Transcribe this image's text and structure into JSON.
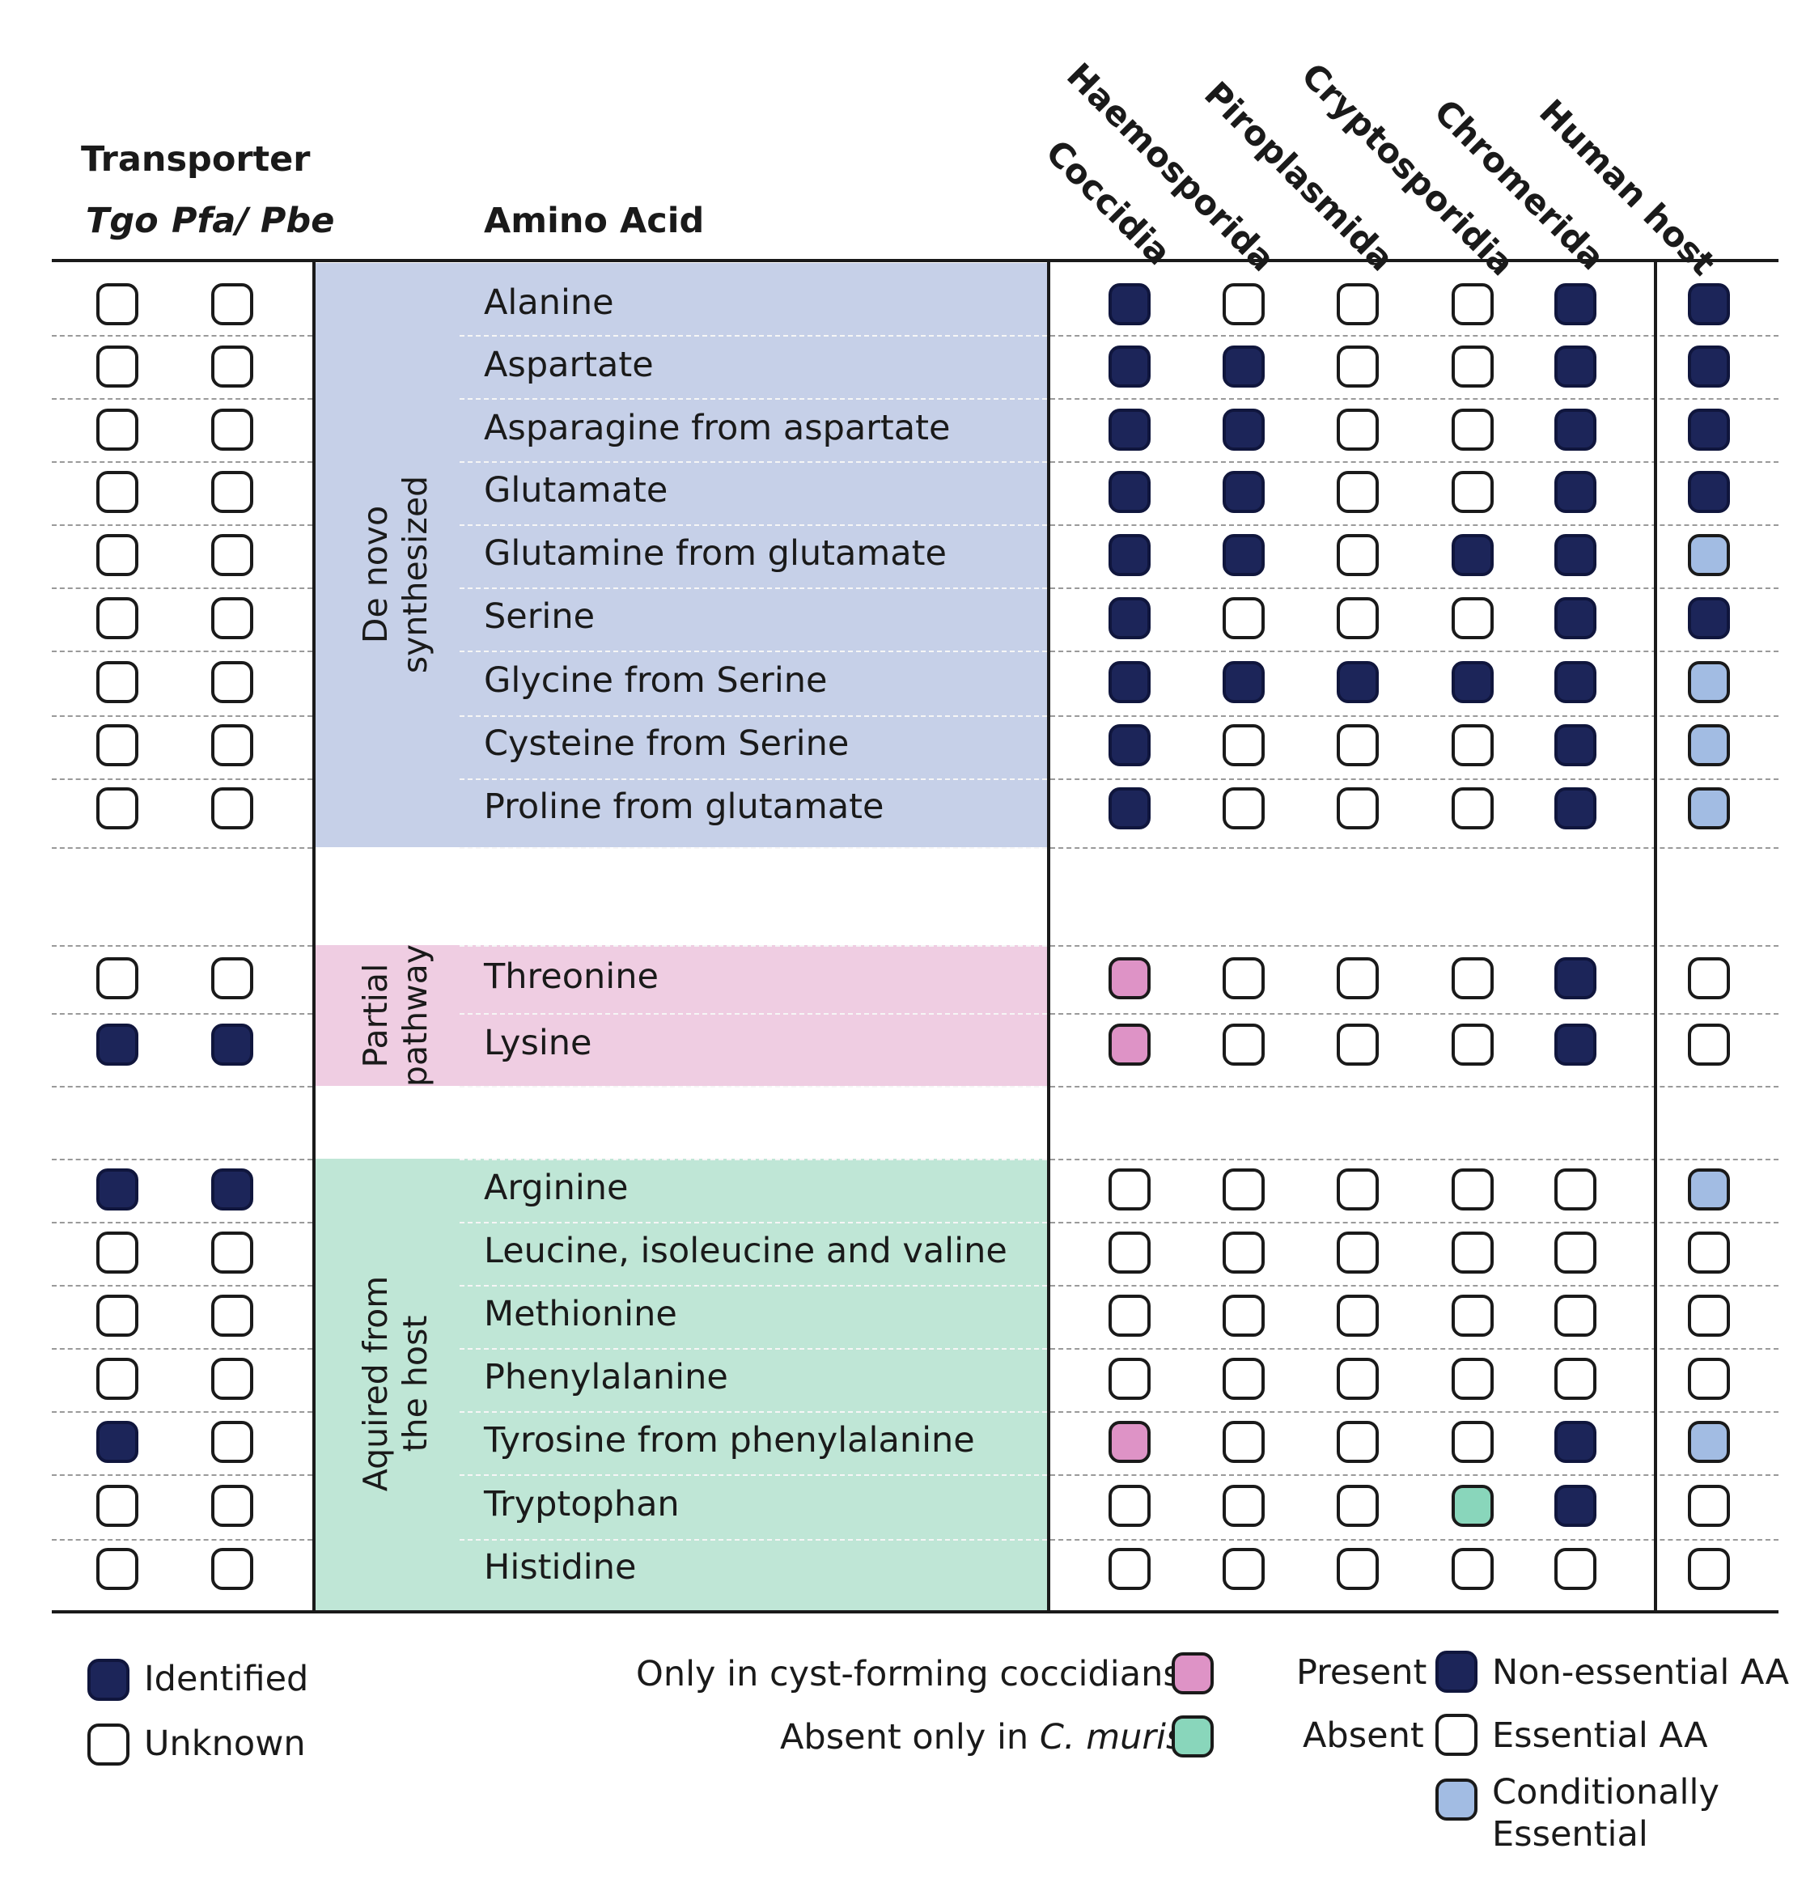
{
  "header": {
    "transporter": "Transporter",
    "tgo": "Tgo",
    "pfa_pbe": "Pfa/ Pbe",
    "amino_acid": "Amino Acid",
    "columns": [
      "Coccidia",
      "Haemosporida",
      "Piroplasmida",
      "Cryptosporidia",
      "Chromerida",
      "Human host"
    ]
  },
  "groups": [
    {
      "label": "De novo synthesized",
      "color": "#c6d0e8"
    },
    {
      "label": "Partial pathway",
      "color": "#efcde2"
    },
    {
      "label": "Aquired from the host",
      "color": "#bfe6d6"
    }
  ],
  "rows": [
    {
      "group": 0,
      "label": "Alanine",
      "tgo": "unknown",
      "pfa": "unknown",
      "taxa": [
        "present",
        "absent",
        "absent",
        "absent",
        "present"
      ],
      "human": "present"
    },
    {
      "group": 0,
      "label": "Aspartate",
      "tgo": "unknown",
      "pfa": "unknown",
      "taxa": [
        "present",
        "present",
        "absent",
        "absent",
        "present"
      ],
      "human": "present"
    },
    {
      "group": 0,
      "label": "Asparagine from aspartate",
      "tgo": "unknown",
      "pfa": "unknown",
      "taxa": [
        "present",
        "present",
        "absent",
        "absent",
        "present"
      ],
      "human": "present"
    },
    {
      "group": 0,
      "label": "Glutamate",
      "tgo": "unknown",
      "pfa": "unknown",
      "taxa": [
        "present",
        "present",
        "absent",
        "absent",
        "present"
      ],
      "human": "present"
    },
    {
      "group": 0,
      "label": "Glutamine from glutamate",
      "tgo": "unknown",
      "pfa": "unknown",
      "taxa": [
        "present",
        "present",
        "absent",
        "present",
        "present"
      ],
      "human": "cond"
    },
    {
      "group": 0,
      "label": "Serine",
      "tgo": "unknown",
      "pfa": "unknown",
      "taxa": [
        "present",
        "absent",
        "absent",
        "absent",
        "present"
      ],
      "human": "present"
    },
    {
      "group": 0,
      "label": "Glycine from Serine",
      "tgo": "unknown",
      "pfa": "unknown",
      "taxa": [
        "present",
        "present",
        "present",
        "present",
        "present"
      ],
      "human": "cond"
    },
    {
      "group": 0,
      "label": "Cysteine from Serine",
      "tgo": "unknown",
      "pfa": "unknown",
      "taxa": [
        "present",
        "absent",
        "absent",
        "absent",
        "present"
      ],
      "human": "cond"
    },
    {
      "group": 0,
      "label": "Proline from glutamate",
      "tgo": "unknown",
      "pfa": "unknown",
      "taxa": [
        "present",
        "absent",
        "absent",
        "absent",
        "present"
      ],
      "human": "cond"
    },
    {
      "group": 1,
      "label": "Threonine",
      "tgo": "unknown",
      "pfa": "unknown",
      "taxa": [
        "pink",
        "absent",
        "absent",
        "absent",
        "present"
      ],
      "human": "absent"
    },
    {
      "group": 1,
      "label": "Lysine",
      "tgo": "identified",
      "pfa": "identified",
      "taxa": [
        "pink",
        "absent",
        "absent",
        "absent",
        "present"
      ],
      "human": "absent"
    },
    {
      "group": 2,
      "label": "Arginine",
      "tgo": "identified",
      "pfa": "identified",
      "taxa": [
        "absent",
        "absent",
        "absent",
        "absent",
        "absent"
      ],
      "human": "cond"
    },
    {
      "group": 2,
      "label": "Leucine, isoleucine and valine",
      "tgo": "unknown",
      "pfa": "unknown",
      "taxa": [
        "absent",
        "absent",
        "absent",
        "absent",
        "absent"
      ],
      "human": "absent"
    },
    {
      "group": 2,
      "label": "Methionine",
      "tgo": "unknown",
      "pfa": "unknown",
      "taxa": [
        "absent",
        "absent",
        "absent",
        "absent",
        "absent"
      ],
      "human": "absent"
    },
    {
      "group": 2,
      "label": "Phenylalanine",
      "tgo": "unknown",
      "pfa": "unknown",
      "taxa": [
        "absent",
        "absent",
        "absent",
        "absent",
        "absent"
      ],
      "human": "absent"
    },
    {
      "group": 2,
      "label": "Tyrosine from phenylalanine",
      "tgo": "identified",
      "pfa": "unknown",
      "taxa": [
        "pink",
        "absent",
        "absent",
        "absent",
        "present"
      ],
      "human": "cond"
    },
    {
      "group": 2,
      "label": "Tryptophan",
      "tgo": "unknown",
      "pfa": "unknown",
      "taxa": [
        "absent",
        "absent",
        "absent",
        "teal",
        "present"
      ],
      "human": "absent"
    },
    {
      "group": 2,
      "label": "Histidine",
      "tgo": "unknown",
      "pfa": "unknown",
      "taxa": [
        "absent",
        "absent",
        "absent",
        "absent",
        "absent"
      ],
      "human": "absent"
    }
  ],
  "legend": {
    "identified": "Identified",
    "unknown": "Unknown",
    "pink": "Only in cyst-forming coccidians",
    "teal_prefix": "Absent only in ",
    "teal_italic": "C. muris",
    "present": "Present",
    "absent": "Absent",
    "nonessential": "Non-essential AA",
    "essential": "Essential AA",
    "cond_line1": "Conditionally",
    "cond_line2": "Essential"
  },
  "colors": {
    "filled": "#1c2559",
    "pink": "#de93c6",
    "teal": "#89d6bb",
    "conditional": "#a2bce3"
  }
}
